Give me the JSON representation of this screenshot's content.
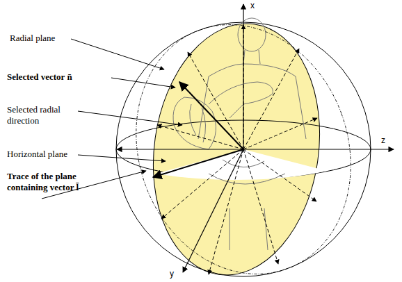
{
  "diagram": {
    "labels": [
      "Radial plane",
      "Selected vector n̄",
      "Selected radial direction",
      "Horizontal plane",
      "Trace of the plane containing vector l̄",
      "x",
      "z",
      "y"
    ]
  }
}
